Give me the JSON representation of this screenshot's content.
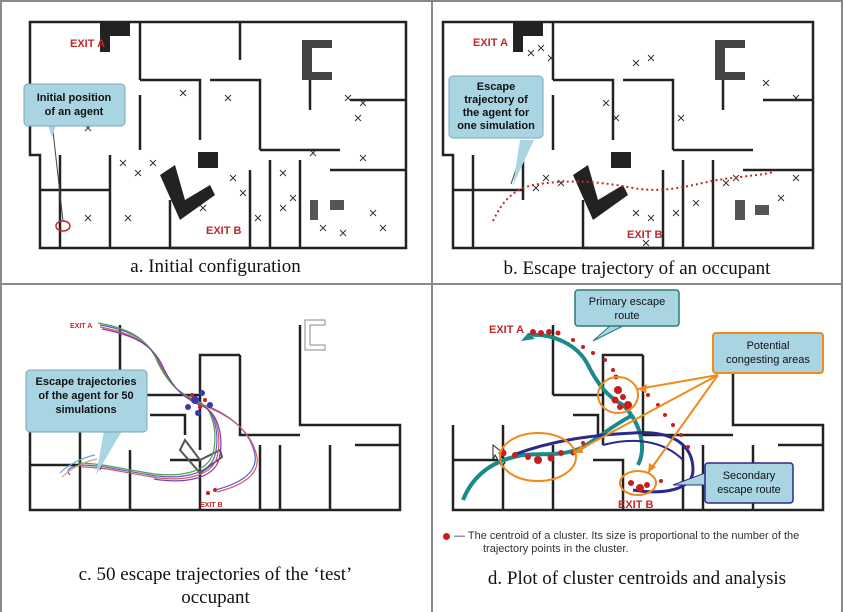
{
  "panels": {
    "a": {
      "caption": "a. Initial configuration",
      "exit_a": "EXIT A",
      "exit_b": "EXIT B",
      "callout": [
        "Initial position",
        "of an agent"
      ]
    },
    "b": {
      "caption": "b. Escape trajectory of an occupant",
      "exit_a": "EXIT A",
      "exit_b": "EXIT B",
      "callout": [
        "Escape",
        "trajectory of",
        "the agent for",
        "one simulation"
      ]
    },
    "c": {
      "caption_line1": "c. 50 escape trajectories of the ‘test’",
      "caption_line2": "occupant",
      "exit_a": "EXIT A",
      "exit_b": "EXIT B",
      "callout": [
        "Escape trajectories",
        "of the agent for 50",
        "simulations"
      ]
    },
    "d": {
      "caption": "d. Plot of cluster centroids and analysis",
      "exit_a": "EXIT A",
      "exit_b": "EXIT B",
      "callout_primary": [
        "Primary escape",
        "route"
      ],
      "callout_congesting": [
        "Potential",
        "congesting areas"
      ],
      "callout_secondary": [
        "Secondary",
        "escape route"
      ],
      "legend_line1": "— The centroid of a cluster. Its size is proportional to the number of the",
      "legend_line2": "trajectory points in the cluster."
    }
  },
  "colors": {
    "callout_fill": "#a9d5e2",
    "primary_route": "#1a8a8a",
    "secondary_route": "#2a2a8a",
    "congesting_border": "#f08a1c",
    "centroid": "#c81e1e",
    "exit_label": "#c0282a"
  }
}
